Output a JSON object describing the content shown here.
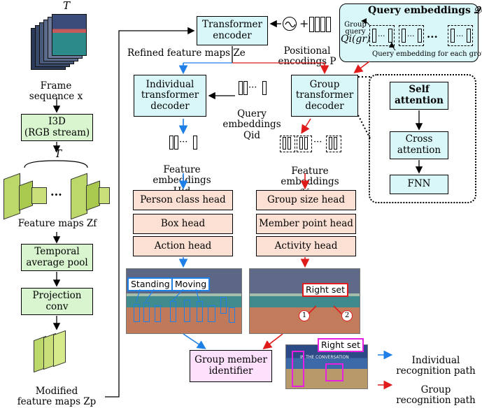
{
  "left": {
    "T_top": "T",
    "frame_label": "Frame\nsequence x",
    "i3d": "I3D\n(RGB stream)",
    "T_mid": "T",
    "dots": "···",
    "feature_maps": "Feature maps Zf",
    "temporal_pool": "Temporal\naverage pool",
    "projection": "Projection\nconv",
    "modified": "Modified\nfeature maps Zp"
  },
  "center": {
    "transformer_encoder": "Transformer\nencoder",
    "positional": "Positional\nencodings P",
    "refined": "Refined feature maps Ze",
    "individual_decoder": "Individual\ntransformer\ndecoder",
    "query_id": "Query\nembeddings Qid",
    "feature_hid": "Feature\nembeddings Hid",
    "person_class": "Person class head",
    "box_head": "Box head",
    "action_head": "Action head",
    "tag_standing": "Standing",
    "tag_moving": "Moving",
    "group_member": "Group member\nidentifier"
  },
  "right": {
    "group_decoder": "Group\ntransformer\ndecoder",
    "feature_hgr": "Feature\nembeddings ℋgr",
    "group_size": "Group size head",
    "member_point": "Member point head",
    "activity": "Activity head",
    "right_set": "Right set",
    "right_set_2": "Right set",
    "point_1": "1",
    "point_2": "2",
    "in_conversation": "IN THE CONVERSATION"
  },
  "query_panel": {
    "title": "Query embeddings 𝒬gr",
    "group_query": "Group\nquery",
    "qi": "Qi(gr)",
    "caption": "Query embedding for each group"
  },
  "self_attn_panel": {
    "self_attention": "Self\nattention",
    "cross_attention": "Cross\nattention",
    "fnn": "FNN"
  },
  "legend": {
    "individual": "Individual\nrecognition path",
    "group": "Group\nrecognition path",
    "individual_color": "#1e7fe6",
    "group_color": "#e01b1b"
  }
}
